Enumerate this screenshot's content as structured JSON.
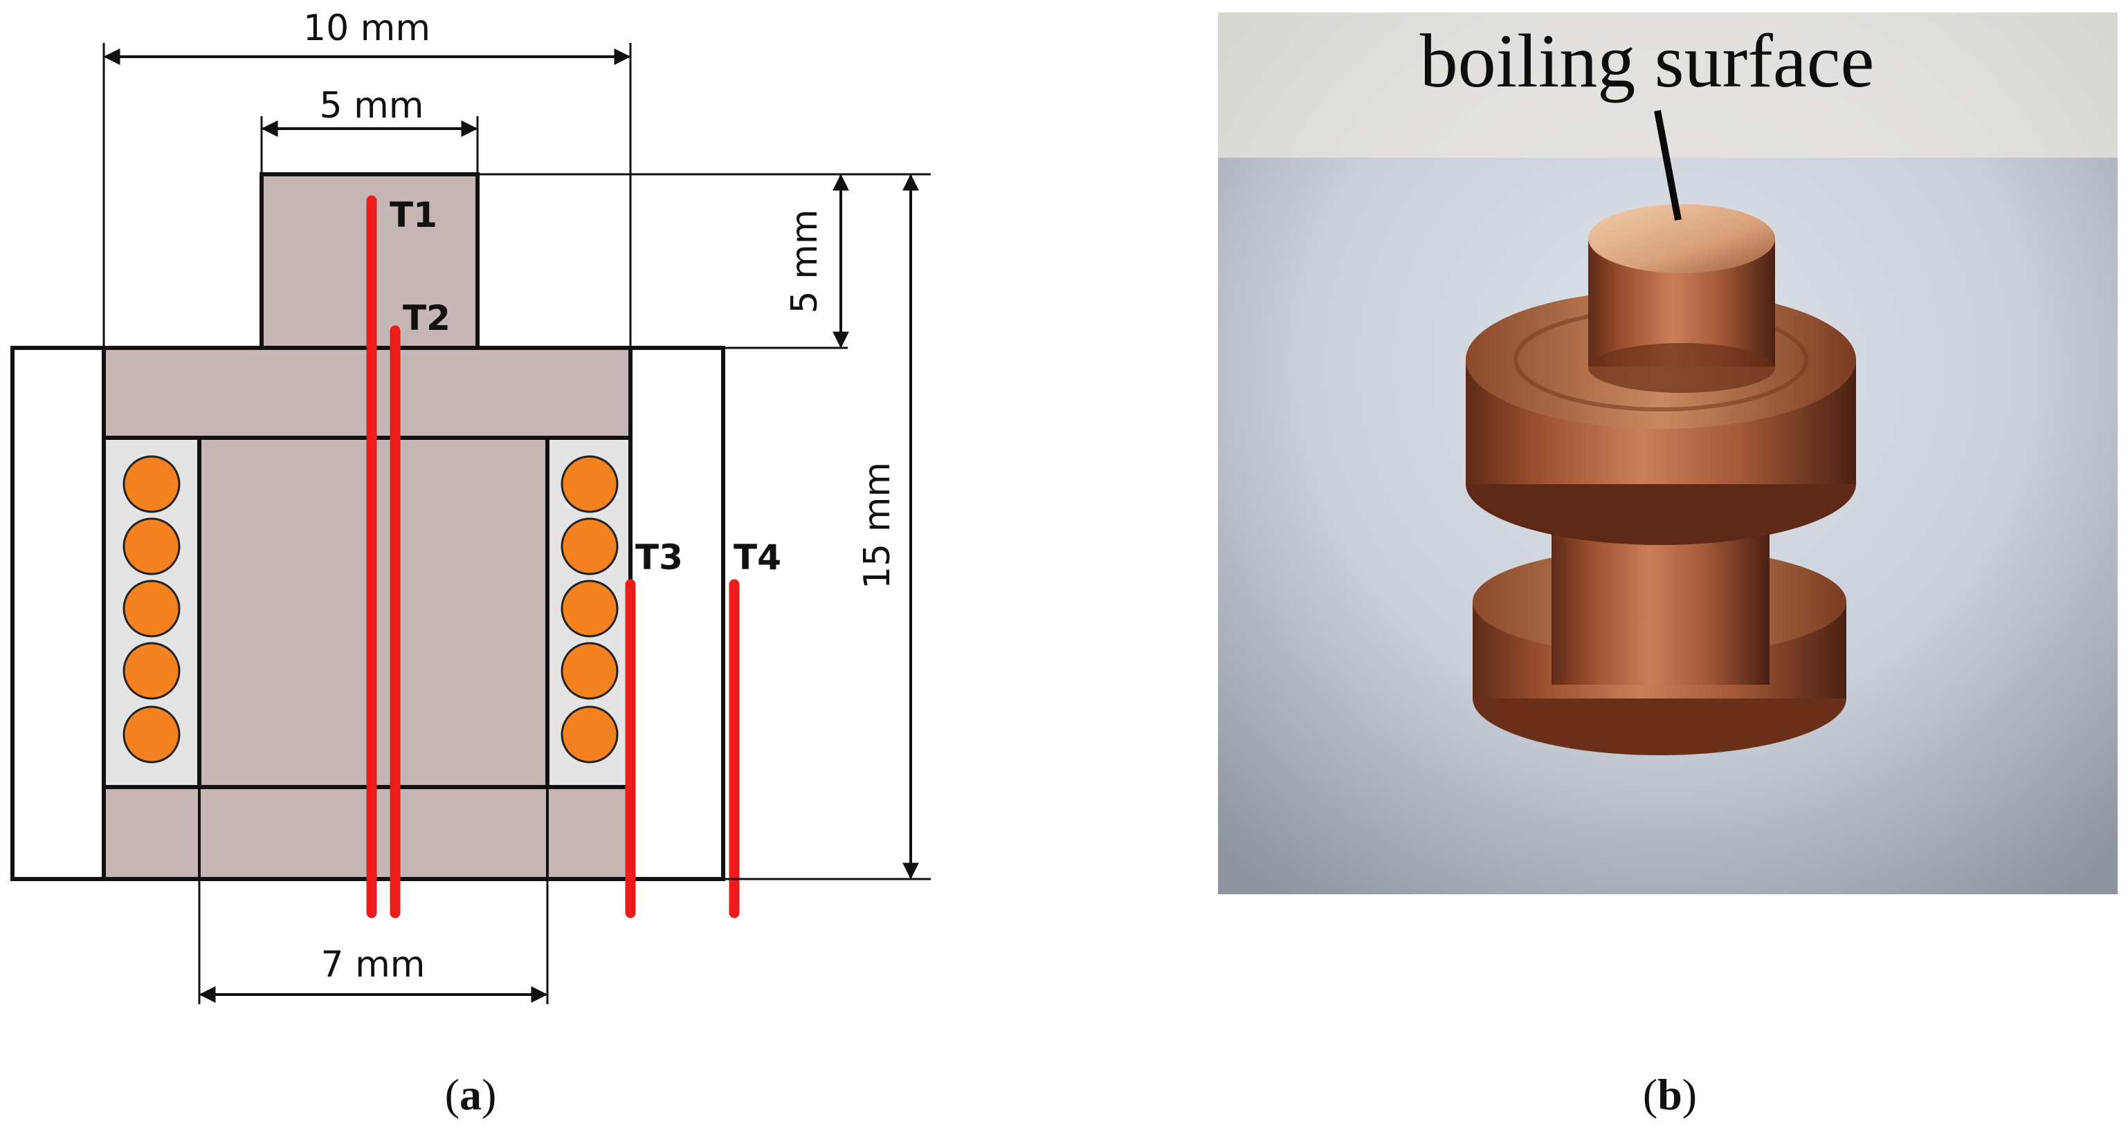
{
  "panel_a": {
    "dimensions": {
      "width_outer": "10 mm",
      "width_top": "5 mm",
      "height_top": "5 mm",
      "height_total": "15 mm",
      "width_bottom": "7 mm"
    },
    "thermocouples": [
      "T1",
      "T2",
      "T3",
      "T4"
    ],
    "caption": {
      "open": "(",
      "letter": "a",
      "close": ")"
    }
  },
  "panel_b": {
    "label": "boiling surface",
    "caption": {
      "open": "(",
      "letter": "b",
      "close": ")"
    }
  },
  "colors": {
    "copper_block": "#c7b6b6",
    "insulation": "#e4e4e4",
    "heater_coil": "#f58220",
    "thermocouple": "#ee1b1b",
    "outline": "#111111"
  }
}
